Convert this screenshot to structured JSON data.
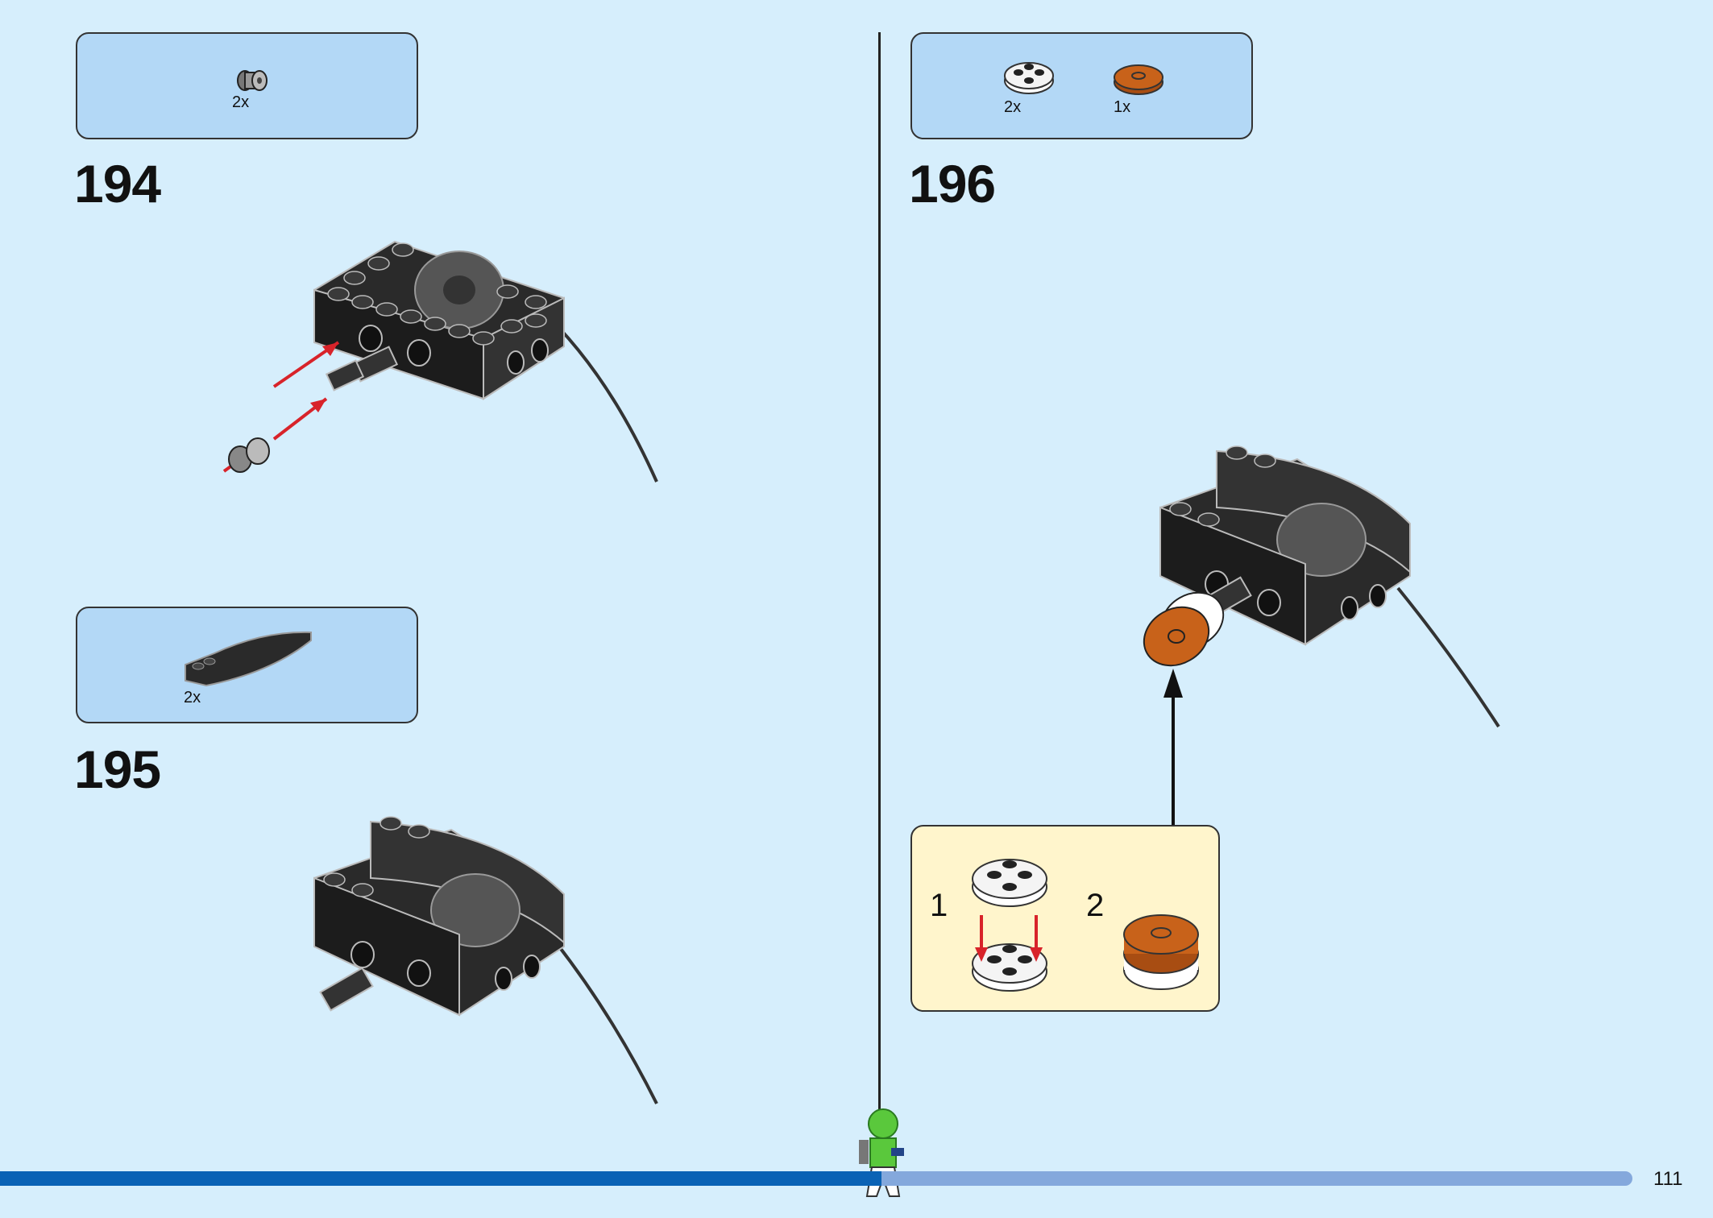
{
  "steps": [
    {
      "number": "194",
      "parts": [
        {
          "qty": "2x",
          "icon": "technic-bush-icon"
        }
      ]
    },
    {
      "number": "195",
      "parts": [
        {
          "qty": "2x",
          "icon": "curved-slope-brick-icon"
        }
      ]
    },
    {
      "number": "196",
      "parts": [
        {
          "qty": "2x",
          "icon": "round-plate-white-icon"
        },
        {
          "qty": "1x",
          "icon": "round-tile-orange-icon"
        }
      ]
    }
  ],
  "substeps": [
    "1",
    "2"
  ],
  "page_number": "111",
  "progress": 0.54,
  "colors": {
    "background": "#d6eefc",
    "parts_box": "#b3d8f6",
    "substep_box": "#fff5cc",
    "arrow_red": "#d8232a",
    "brick_black": "#2a2a2a",
    "orange": "#c8621a",
    "progress_done": "#0a62b5",
    "progress_rest": "#84a8dc"
  }
}
